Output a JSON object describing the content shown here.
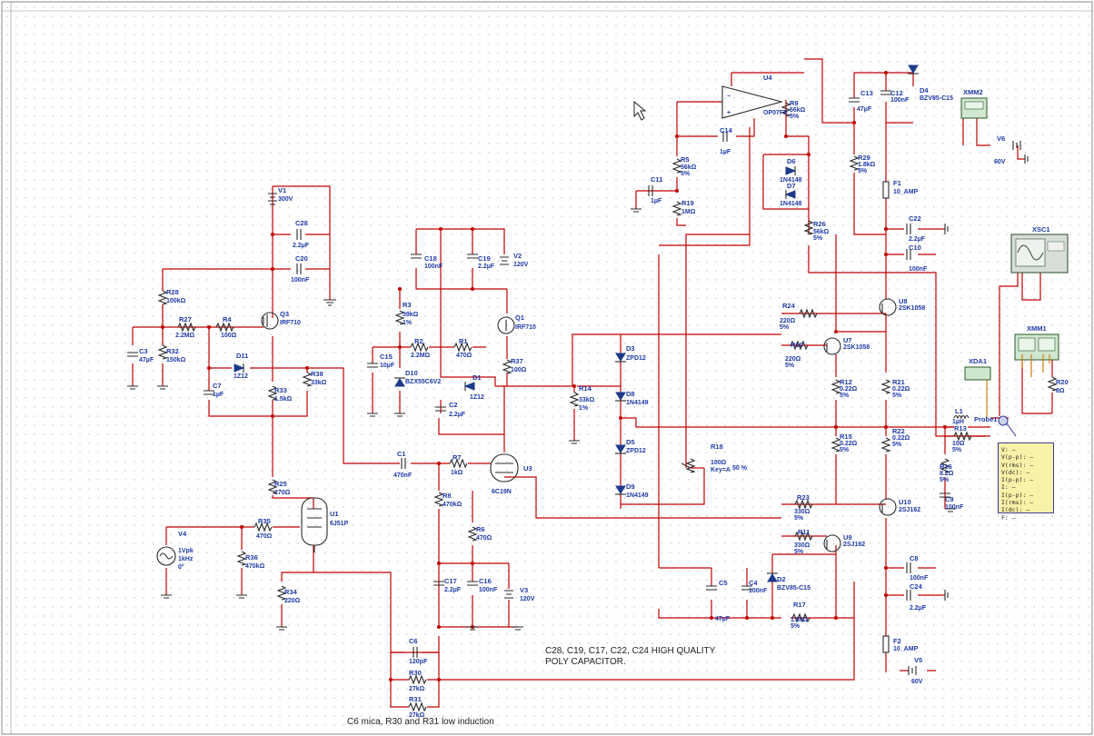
{
  "components": {
    "V1": {
      "ref": "V1",
      "value": "300V"
    },
    "V2": {
      "ref": "V2",
      "value": "120V"
    },
    "V3": {
      "ref": "V3",
      "value": "120V"
    },
    "V4": {
      "ref": "V4",
      "value": "1Vpk",
      "value2": "1kHz",
      "value3": "0°"
    },
    "V5": {
      "ref": "V5",
      "value": "60V"
    },
    "V6": {
      "ref": "V6",
      "value": "60V"
    },
    "C28": {
      "ref": "C28",
      "value": "2.2µF"
    },
    "C20": {
      "ref": "C20",
      "value": "100nF"
    },
    "R28": {
      "ref": "R28",
      "value": "100kΩ"
    },
    "R27": {
      "ref": "R27",
      "value": "2.2MΩ"
    },
    "R4": {
      "ref": "R4",
      "value": "100Ω"
    },
    "Q3": {
      "ref": "Q3",
      "value": "IRF710"
    },
    "C3": {
      "ref": "C3",
      "value": "47µF"
    },
    "R32": {
      "ref": "R32",
      "value": "150kΩ"
    },
    "D11": {
      "ref": "D11",
      "value": "1Z12"
    },
    "R38": {
      "ref": "R38",
      "value": "33kΩ"
    },
    "C7": {
      "ref": "C7",
      "value": "1µF"
    },
    "R33": {
      "ref": "R33",
      "value": "1.5kΩ"
    },
    "R25": {
      "ref": "R25",
      "value": "270Ω"
    },
    "R35": {
      "ref": "R35",
      "value": "470Ω"
    },
    "U1": {
      "ref": "U1",
      "value": "6J51P"
    },
    "R36": {
      "ref": "R36",
      "value": "470kΩ"
    },
    "R34": {
      "ref": "R34",
      "value": "220Ω"
    },
    "C6": {
      "ref": "C6",
      "value": "120pF"
    },
    "R30": {
      "ref": "R30",
      "value": "27kΩ"
    },
    "R31": {
      "ref": "R31",
      "value": "27kΩ"
    },
    "C18": {
      "ref": "C18",
      "value": "100nF"
    },
    "C19": {
      "ref": "C19",
      "value": "2.2µF"
    },
    "R3": {
      "ref": "R3",
      "value": "39kΩ",
      "value2": "1%"
    },
    "C15": {
      "ref": "C15",
      "value": "10µF"
    },
    "R2": {
      "ref": "R2",
      "value": "2.2MΩ"
    },
    "R1": {
      "ref": "R1",
      "value": "470Ω"
    },
    "Q1": {
      "ref": "Q1",
      "value": "IRF710"
    },
    "R37": {
      "ref": "R37",
      "value": "100Ω"
    },
    "D10": {
      "ref": "D10",
      "value": "BZX55C6V2"
    },
    "D1": {
      "ref": "D1",
      "value": "1Z12"
    },
    "C2": {
      "ref": "C2",
      "value": "2.2µF"
    },
    "R14": {
      "ref": "R14",
      "value": "33kΩ",
      "value2": "1%"
    },
    "C1": {
      "ref": "C1",
      "value": "470nF"
    },
    "R7": {
      "ref": "R7",
      "value": "1kΩ"
    },
    "U3": {
      "ref": "U3",
      "value": "6C19N"
    },
    "R8": {
      "ref": "R8",
      "value": "470kΩ"
    },
    "R6": {
      "ref": "R6",
      "value": "470Ω"
    },
    "C17": {
      "ref": "C17",
      "value": "2.2µF"
    },
    "C16": {
      "ref": "C16",
      "value": "100nF"
    },
    "D3": {
      "ref": "D3",
      "value": "ZPD12"
    },
    "D8": {
      "ref": "D8",
      "value": "1N4149"
    },
    "D5": {
      "ref": "D5",
      "value": "ZPD12"
    },
    "D9": {
      "ref": "D9",
      "value": "1N4149"
    },
    "R18": {
      "ref": "R18",
      "value": "100Ω",
      "value2": "Key=A",
      "value3": "50 %"
    },
    "C5": {
      "ref": "C5",
      "value": "47µF"
    },
    "C4": {
      "ref": "C4",
      "value": "100nF"
    },
    "D2": {
      "ref": "D2",
      "value": "BZV85-C15"
    },
    "U4": {
      "ref": "U4",
      "value": "OP07FP"
    },
    "R9": {
      "ref": "R9",
      "value": "56kΩ",
      "value2": "5%"
    },
    "C14": {
      "ref": "C14",
      "value": "1µF"
    },
    "R5": {
      "ref": "R5",
      "value": "56kΩ",
      "value2": "5%"
    },
    "C11": {
      "ref": "C11",
      "value": "1µF"
    },
    "R19": {
      "ref": "R19",
      "value": "1MΩ"
    },
    "D6": {
      "ref": "D6",
      "value": "1N4148"
    },
    "D7": {
      "ref": "D7",
      "value": "1N4148"
    },
    "R26": {
      "ref": "R26",
      "value": "56kΩ",
      "value2": "5%"
    },
    "C13": {
      "ref": "C13",
      "value": "47µF"
    },
    "C12": {
      "ref": "C12",
      "value": "100nF"
    },
    "D4": {
      "ref": "D4",
      "value": "BZV85-C15"
    },
    "R29": {
      "ref": "R29",
      "value": "1.8kΩ",
      "value2": "5%"
    },
    "F1": {
      "ref": "F1",
      "value": "10_AMP"
    },
    "F2": {
      "ref": "F2",
      "value": "10_AMP"
    },
    "C22": {
      "ref": "C22",
      "value": "2.2µF"
    },
    "C10": {
      "ref": "C10",
      "value": "100nF"
    },
    "U8": {
      "ref": "U8",
      "value": "2SK1058"
    },
    "U7": {
      "ref": "U7",
      "value": "2SK1058"
    },
    "R24": {
      "ref": "R24",
      "value": "220Ω",
      "value2": "5%"
    },
    "R10": {
      "ref": "R10",
      "value": "220Ω",
      "value2": "5%"
    },
    "R12": {
      "ref": "R12",
      "value": "0.22Ω",
      "value2": "5%"
    },
    "R21": {
      "ref": "R21",
      "value": "0.22Ω",
      "value2": "5%"
    },
    "R15": {
      "ref": "R15",
      "value": "0.22Ω",
      "value2": "5%"
    },
    "R22": {
      "ref": "R22",
      "value": "0.22Ω",
      "value2": "5%"
    },
    "R23": {
      "ref": "R23",
      "value": "330Ω",
      "value2": "5%"
    },
    "R11": {
      "ref": "R11",
      "value": "330Ω",
      "value2": "5%"
    },
    "U10": {
      "ref": "U10",
      "value": "2SJ162"
    },
    "U9": {
      "ref": "U9",
      "value": "2SJ162"
    },
    "C8": {
      "ref": "C8",
      "value": "100nF"
    },
    "C24": {
      "ref": "C24",
      "value": "2.2µF"
    },
    "R17": {
      "ref": "R17",
      "value": "1.8kΩ",
      "value2": "5%"
    },
    "L1": {
      "ref": "L1",
      "value": "1µH"
    },
    "R13": {
      "ref": "R13",
      "value": "10Ω",
      "value2": "5%"
    },
    "R16": {
      "ref": "R16",
      "value": "8.2Ω",
      "value2": "5%"
    },
    "C9": {
      "ref": "C9",
      "value": "100nF"
    },
    "R20": {
      "ref": "R20",
      "value": "8Ω"
    },
    "XMM2": {
      "ref": "XMM2"
    },
    "XSC1": {
      "ref": "XSC1"
    },
    "XMM1": {
      "ref": "XMM1"
    },
    "XDA1": {
      "ref": "XDA1"
    }
  },
  "probe": {
    "name": "Probe1",
    "lines": [
      "V: –",
      "V(p-p): –",
      "V(rms): –",
      "V(dc): –",
      "I(p-p): –",
      "I: –",
      "I(p-p): –",
      "I(rms): –",
      "I(dc): –",
      "F: –"
    ]
  },
  "notes": {
    "poly_line1": "C28, C19, C17, C22, C24 HIGH QUALITY",
    "poly_line2": "POLY CAPACITOR.",
    "mica": "C6 mica, R30 and R31 low induction"
  },
  "colors": {
    "wire": "#c00000",
    "label": "#1e3aa8",
    "component": "#2a2a2a",
    "probe_bg": "#f8f2a8"
  }
}
